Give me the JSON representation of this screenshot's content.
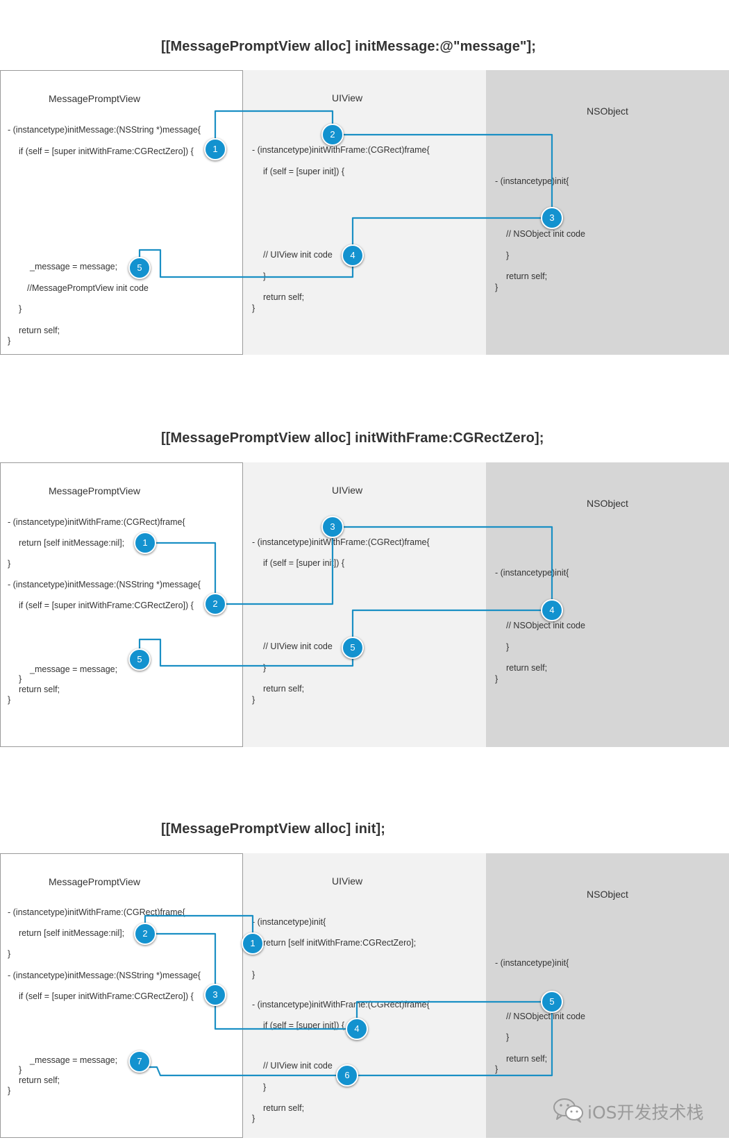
{
  "common": {
    "msg_name": "MessagePromptView",
    "ui_name": "UIView",
    "ns_name": "NSObject"
  },
  "diagrams": [
    {
      "title": "[[MessagePromptView alloc] initMessage:@\"message\"];",
      "msg": [
        "- (instancetype)initMessage:(NSString *)message{",
        "if (self = [super initWithFrame:CGRectZero]) {",
        "_message = message;",
        "//MessagePromptView init code",
        "}",
        "return self;",
        "}"
      ],
      "ui": [
        "- (instancetype)initWithFrame:(CGRect)frame{",
        "if (self = [super init]) {",
        "// UIView init code",
        "}",
        "return self;",
        "}"
      ],
      "ns": [
        "- (instancetype)init{",
        "// NSObject init code",
        "}",
        "return self;",
        "}"
      ],
      "steps": [
        "1",
        "2",
        "3",
        "4",
        "5"
      ]
    },
    {
      "title": "[[MessagePromptView alloc] initWithFrame:CGRectZero];",
      "msg": [
        "- (instancetype)initWithFrame:(CGRect)frame{",
        "return [self initMessage:nil];",
        "}",
        "- (instancetype)initMessage:(NSString *)message{",
        "if (self = [super initWithFrame:CGRectZero]) {",
        "_message = message;",
        "}",
        "return self;",
        "}"
      ],
      "ui": [
        "- (instancetype)initWithFrame:(CGRect)frame{",
        "if (self = [super init]) {",
        "// UIView init code",
        "}",
        "return self;",
        "}"
      ],
      "ns": [
        "- (instancetype)init{",
        "// NSObject init code",
        "}",
        "return self;",
        "}"
      ],
      "steps": [
        "1",
        "2",
        "3",
        "4",
        "5"
      ]
    },
    {
      "title": "[[MessagePromptView alloc] init];",
      "msg": [
        "- (instancetype)initWithFrame:(CGRect)frame{",
        "return [self initMessage:nil];",
        "}",
        "- (instancetype)initMessage:(NSString *)message{",
        "if (self = [super initWithFrame:CGRectZero]) {",
        "_message = message;",
        "}",
        "return self;",
        "}"
      ],
      "ui": [
        "- (instancetype)init{",
        "return [self initWithFrame:CGRectZero];",
        "}",
        "- (instancetype)initWithFrame:(CGRect)frame{",
        "if (self = [super init]) {",
        "// UIView init code",
        "}",
        "return self;",
        "}"
      ],
      "ns": [
        "- (instancetype)init{",
        "// NSObject init code",
        "}",
        "return self;",
        "}"
      ],
      "steps": [
        "1",
        "2",
        "3",
        "4",
        "5",
        "6",
        "7"
      ]
    }
  ],
  "watermark": "iOS开发技术栈",
  "colors": {
    "accent": "#1392cf",
    "line": "#1a8fc4",
    "ui_column": "#f2f2f2",
    "ns_column": "#d6d6d6"
  },
  "icons": [
    "wechat-icon"
  ]
}
